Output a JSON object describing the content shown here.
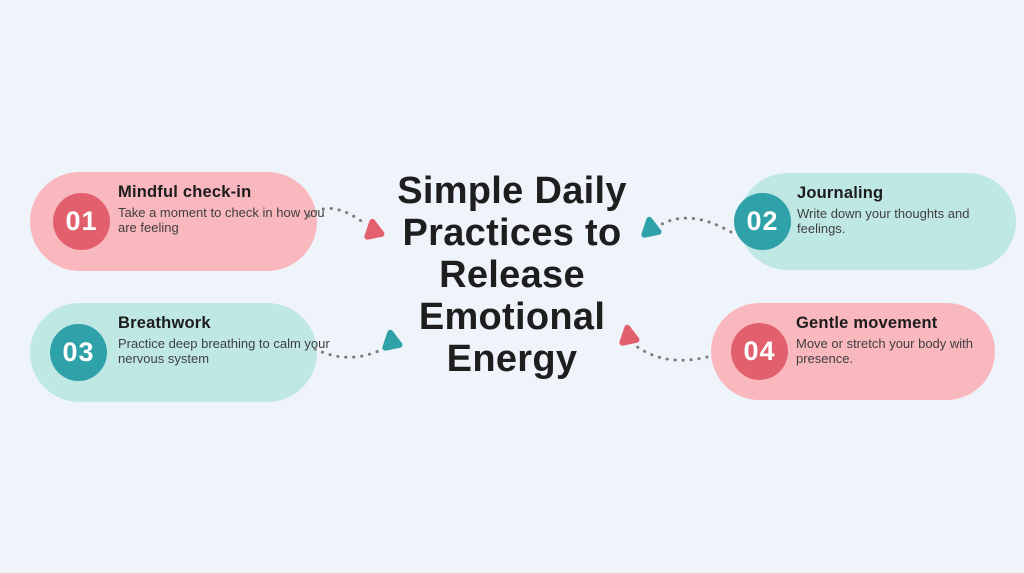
{
  "background_color": "#eff3fa",
  "title": {
    "full_text": "Simple Daily Practices to Release Emotional Energy",
    "lines": [
      "Simple Daily",
      "Practices to",
      "Release",
      "Emotional",
      "Energy"
    ],
    "color": "#1e1e1e"
  },
  "colors": {
    "pink_card": "#f9b7be",
    "pink_accent": "#e2606e",
    "teal_card": "#bfe8e5",
    "teal_accent": "#2ea2a8",
    "connector_dots": "#7c7c7c",
    "card_title_text": "#1c1c1c",
    "card_body_text": "#3f3f3f"
  },
  "cards": [
    {
      "number": "01",
      "title": "Mindful check-in",
      "description": "Take a moment to check in how you are feeling",
      "theme": "pink",
      "position": "top-left"
    },
    {
      "number": "02",
      "title": "Journaling",
      "description": "Write down your thoughts and feelings.",
      "theme": "teal",
      "position": "top-right"
    },
    {
      "number": "03",
      "title": "Breathwork",
      "description": "Practice deep breathing to calm your nervous system",
      "theme": "teal",
      "position": "bottom-left"
    },
    {
      "number": "04",
      "title": "Gentle movement",
      "description": "Move or stretch your body with presence.",
      "theme": "pink",
      "position": "bottom-right"
    }
  ],
  "connectors": [
    {
      "arrowhead_color": "#e2606e"
    },
    {
      "arrowhead_color": "#2ea2a8"
    },
    {
      "arrowhead_color": "#2ea2a8"
    },
    {
      "arrowhead_color": "#e2606e"
    }
  ]
}
